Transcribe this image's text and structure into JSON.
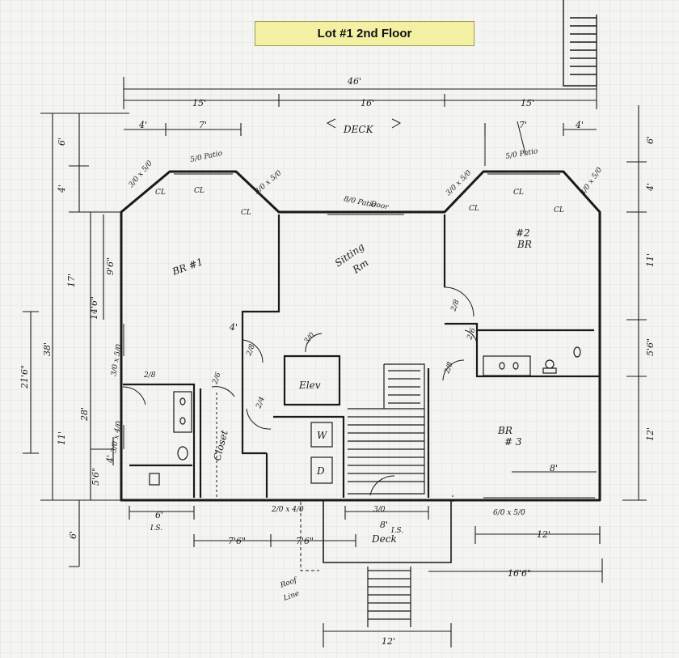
{
  "title": "Lot #1 2nd Floor",
  "rooms": {
    "br1": "BR #1",
    "br2_a": "#2",
    "br2_b": "BR",
    "br3_a": "BR",
    "br3_b": "# 3",
    "sitting_a": "Sitting",
    "sitting_b": "Rm",
    "deck_top": "DECK",
    "deck_bottom": "Deck",
    "closet": "Closet",
    "elev": "Elev",
    "washer": "W",
    "dryer": "D",
    "roof_a": "Roof",
    "roof_b": "Line"
  },
  "windows": {
    "w_3050_left": "3/0 x 5/0",
    "patio_left": "5/0 Patio",
    "w_3050_left2": "3/0 x 5/0",
    "patio_center_a": "8/0 Patio",
    "patio_center_b": "Door",
    "w_3050_right1": "3/0 x 5/0",
    "patio_right": "5/0 Patio",
    "w_3050_right2": "3/0 x 5/0",
    "w_3050_west": "3/0 x 5/0",
    "w_3040_west": "3/0 x 4/0",
    "w_6050": "6/0 x 5/0",
    "w_2040": "2/0 x 4/0"
  },
  "doors": [
    "2/8",
    "2/8",
    "2/8",
    "2/6",
    "2/6",
    "2/8",
    "2/4",
    "3/0",
    "3/0"
  ],
  "closets": [
    "CL",
    "CL",
    "CL",
    "CL",
    "CL",
    "CL"
  ],
  "dimensions": {
    "overall_width": "46'",
    "seg_left": "15'",
    "seg_mid": "16'",
    "seg_right": "15'",
    "tl_4": "4'",
    "tl_7": "7'",
    "tr_7": "7'",
    "tr_4": "4'",
    "left_6": "6'",
    "left_4": "4'",
    "left_17": "17'",
    "left_11": "11'",
    "left_38": "38'",
    "left_9_6": "9'6\"",
    "left_14_6": "14'6\"",
    "left_28": "28'",
    "left_21_6": "21'6\"",
    "left_5_6": "5'6\"",
    "left_4b": "4'",
    "left_6b": "6'",
    "right_6": "6'",
    "right_4": "4'",
    "right_11": "11'",
    "right_5_6": "5'6\"",
    "right_12": "12'",
    "closet_4": "4'",
    "bath_6": "6'",
    "bath_is": "I.S.",
    "b_7_6a": "7'6\"",
    "b_7_6b": "7'6\"",
    "deck_8": "8'",
    "deck_is": "I.S.",
    "br3_8": "8'",
    "b_12": "12'",
    "b_16_6": "16'6\"",
    "stair_12": "12'"
  },
  "colors": {
    "ink": "#1a1a1a",
    "grid": "#d9dde0",
    "title_fill": "#f3f0a4",
    "paper": "#f4f4f1"
  }
}
